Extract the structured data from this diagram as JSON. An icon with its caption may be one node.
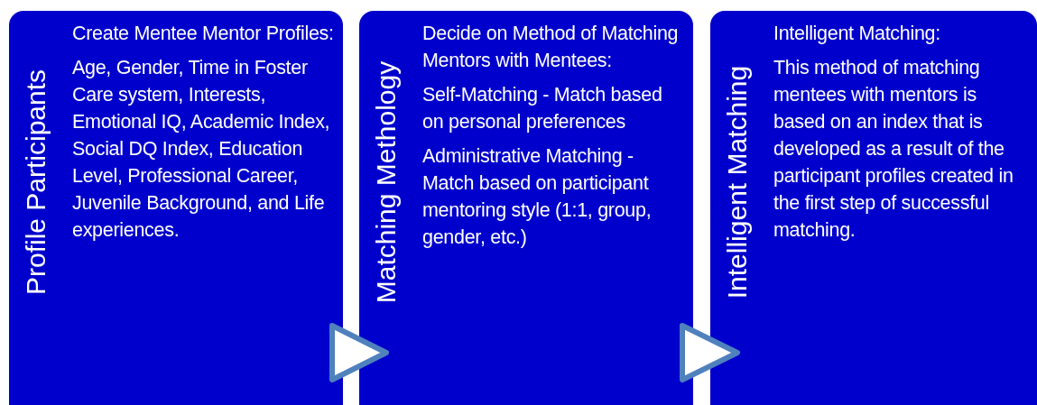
{
  "diagram": {
    "nodes": [
      {
        "text": [
          "Profile Participants",
          "Create Mentee Mentor Profiles:",
          "Age, Gender, Time in Foster Care system, Interests, Emotional IQ, Academic Index, Social DQ Index, Education Level, Professional Career, Juvenile Background, and Life experiences."
        ]
      },
      {
        "text": [
          "Matching Methology",
          "Decide on Method of Matching Mentors with Mentees:",
          "Self-Matching - Match based on personal preferences",
          "Administrative Matching - Match based on participant mentoring style (1:1, group, gender, etc.)"
        ]
      },
      {
        "text": [
          "Intelligent Matching",
          "Intelligent Matching:",
          "This method of matching mentees with mentors is based on an index that is developed as a result of the participant profiles created in the first step of successful matching."
        ]
      }
    ],
    "edges": [
      {
        "from": 0,
        "to": 1,
        "arrow": "to"
      },
      {
        "from": 1,
        "to": 2,
        "arrow": "to"
      }
    ]
  }
}
